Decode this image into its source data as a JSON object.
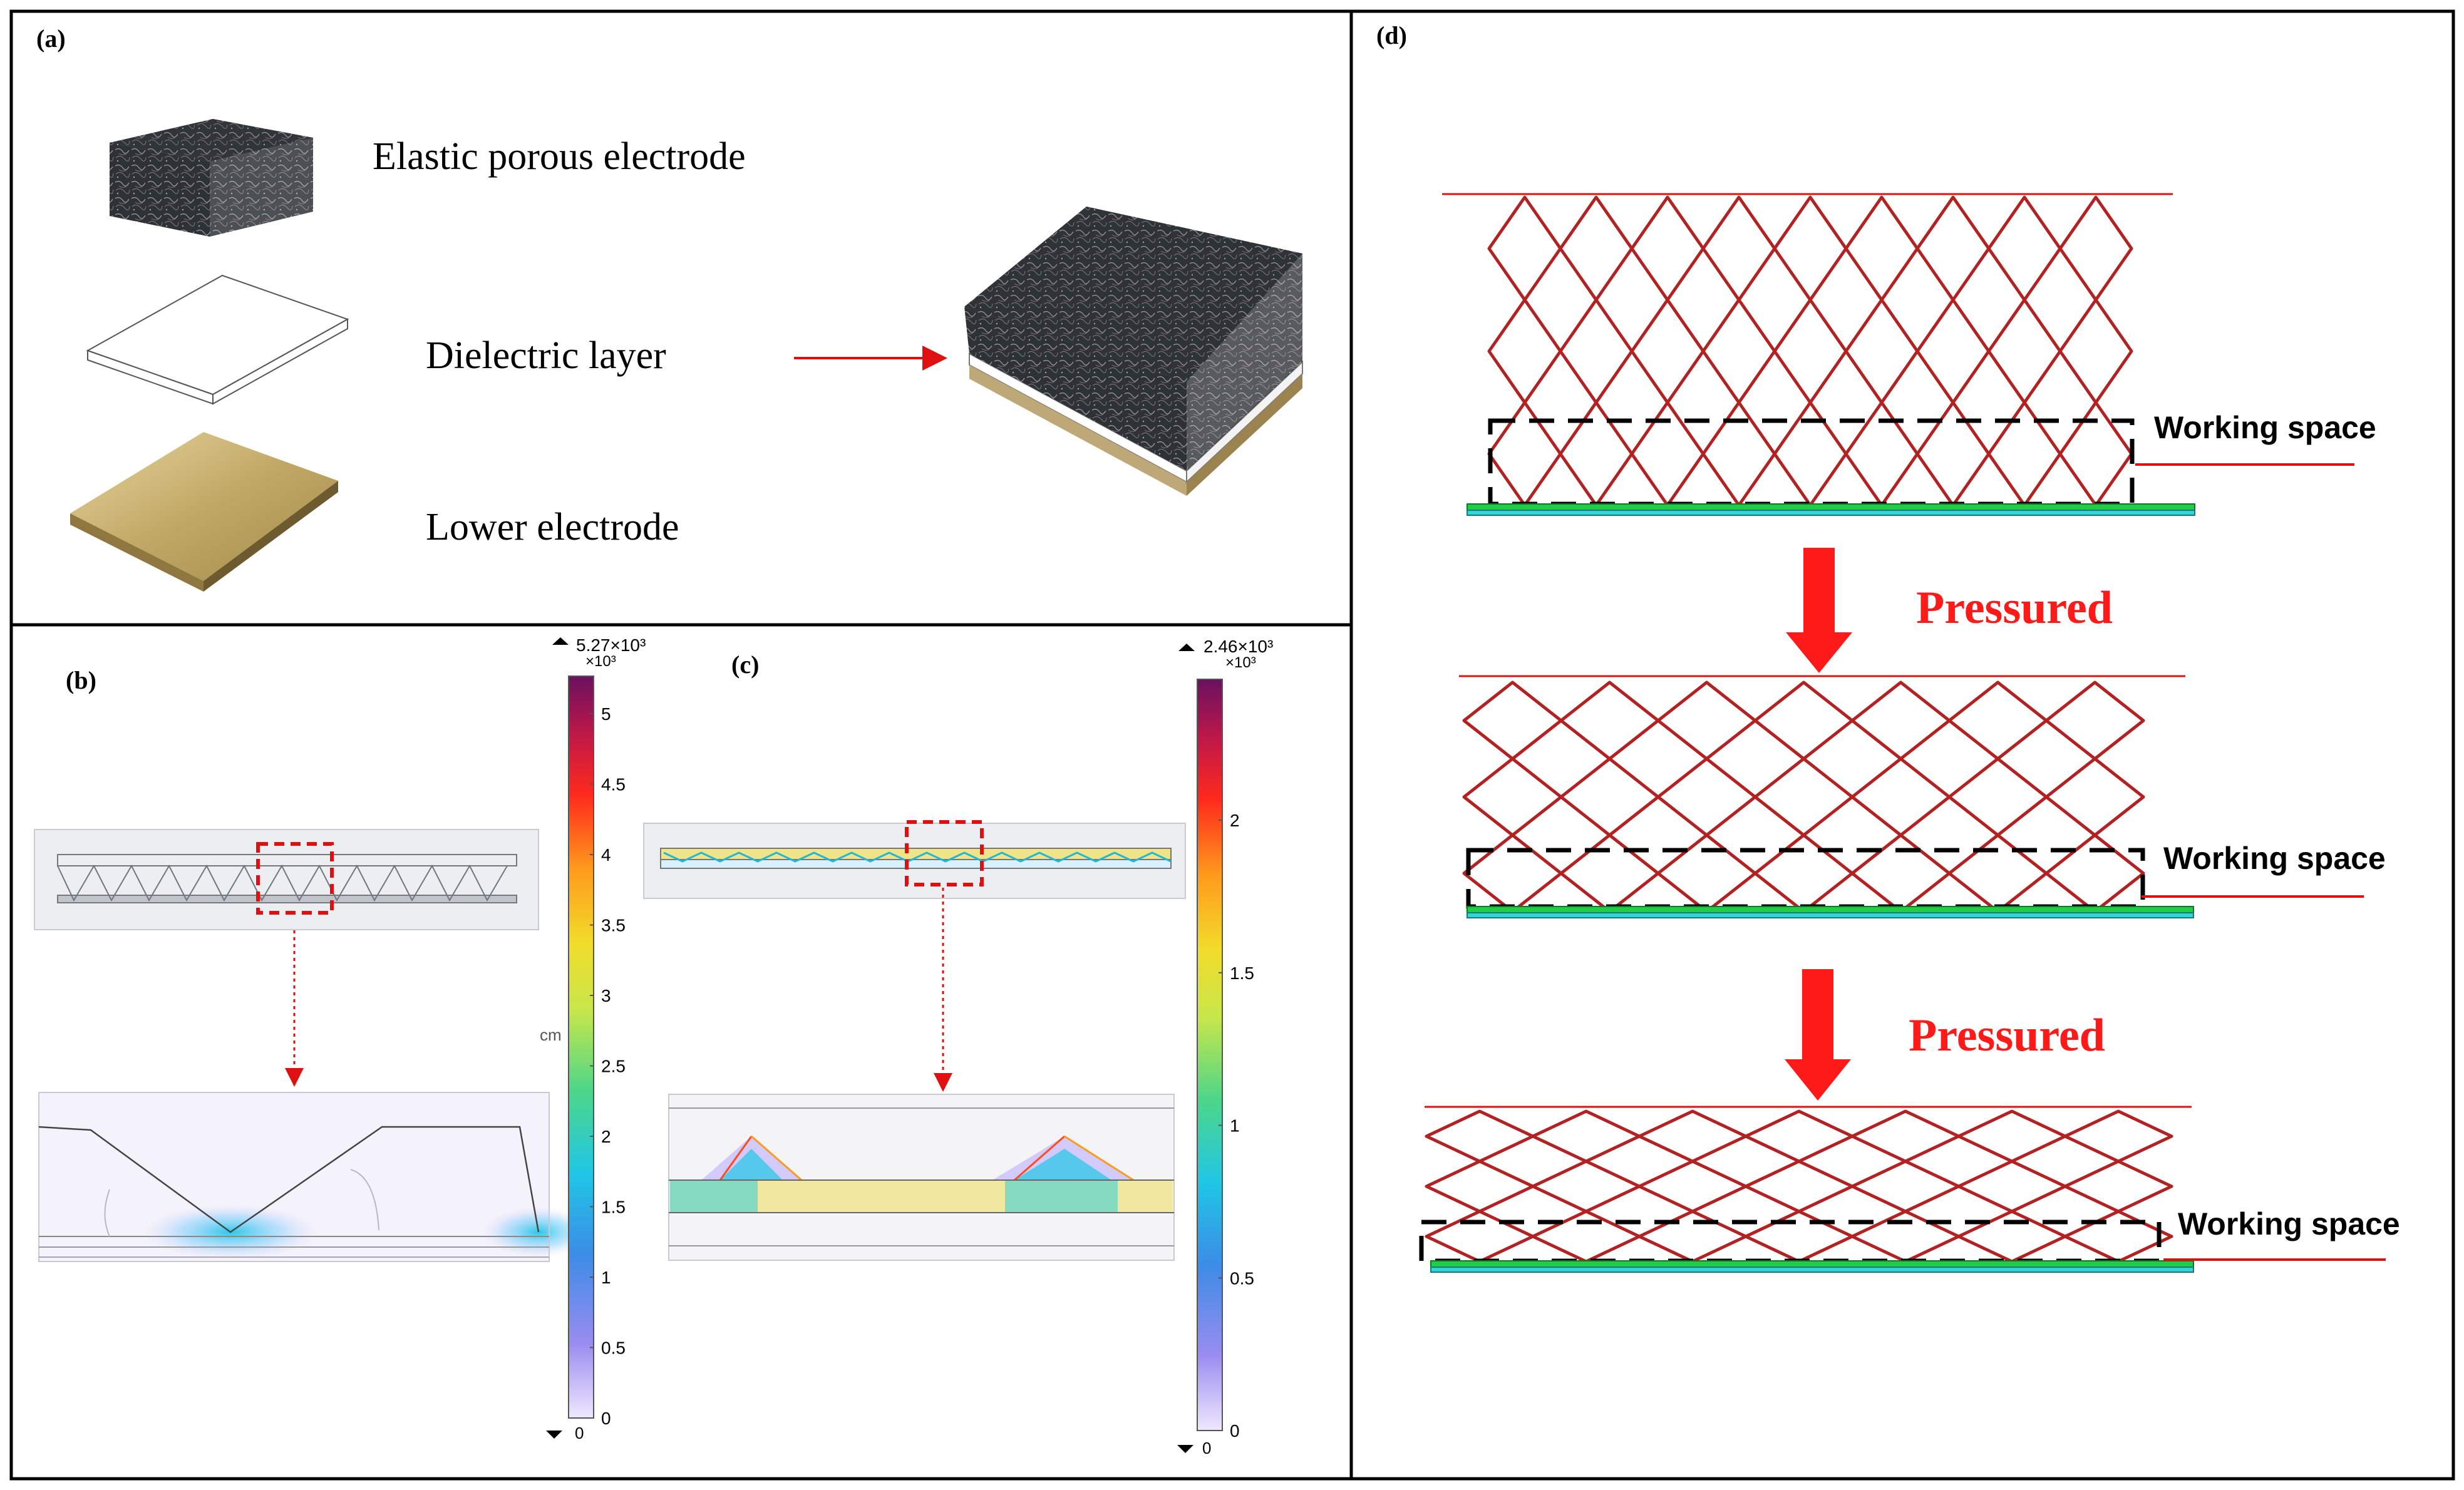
{
  "panel_a": {
    "label": "(a)",
    "items": [
      {
        "label": "Elastic porous electrode"
      },
      {
        "label": "Dielectric layer"
      },
      {
        "label": "Lower electrode"
      }
    ]
  },
  "panel_b": {
    "label": "(b)",
    "colorbar": {
      "max_label": "5.27×10³",
      "multiplier": "×10³",
      "min_label": "0",
      "unit": "cm",
      "ticks": [
        "5",
        "4.5",
        "4",
        "3.5",
        "3",
        "2.5",
        "2",
        "1.5",
        "1",
        "0.5",
        "0"
      ]
    }
  },
  "panel_c": {
    "label": "(c)",
    "colorbar": {
      "max_label": "2.46×10³",
      "multiplier": "×10³",
      "min_label": "0",
      "ticks": [
        "2",
        "1.5",
        "1",
        "0.5",
        "0"
      ]
    }
  },
  "panel_d": {
    "label": "(d)",
    "stages": [
      {
        "working_label": "Working space"
      },
      {
        "working_label": "Working space"
      },
      {
        "working_label": "Working space"
      }
    ],
    "arrows": [
      {
        "label": "Pressured"
      },
      {
        "label": "Pressured"
      }
    ]
  },
  "colors": {
    "lattice": "#b22222",
    "arrow": "#ff1a1a",
    "electrode_green": "#22cc44",
    "electrode_cyan": "#33d6d6",
    "foam": "#2c2f33",
    "gold": "#c9b37a"
  }
}
